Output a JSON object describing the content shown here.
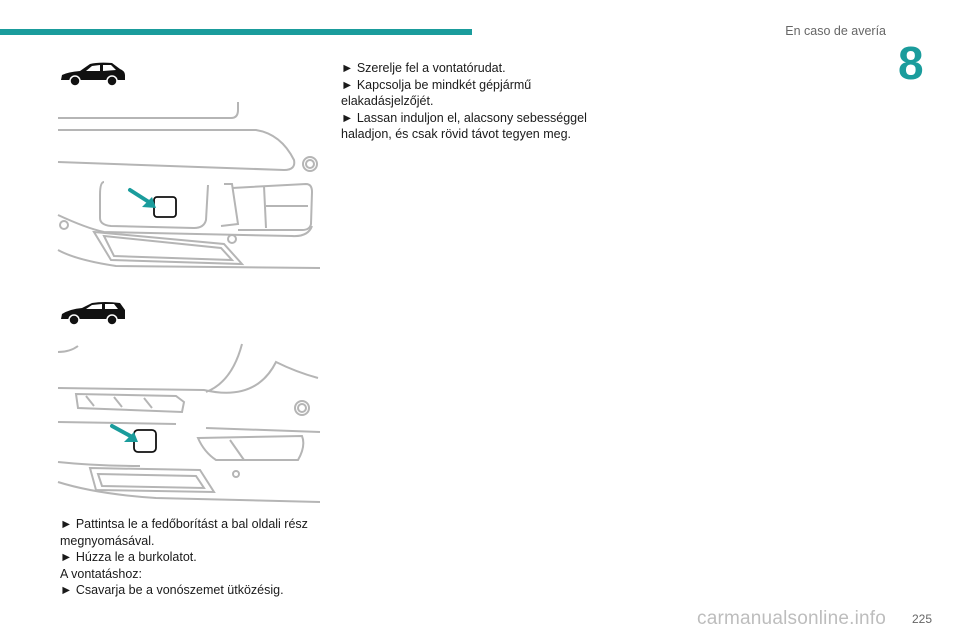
{
  "header": {
    "section_title": "En caso de avería",
    "chapter_number": "8"
  },
  "instructions_left": [
    "► Pattintsa le a fedőborítást a bal oldali rész megnyomásával.",
    "► Húzza le a burkolatot.",
    "A vontatáshoz:",
    "► Csavarja be a vonószemet ütközésig."
  ],
  "instructions_right": [
    "► Szerelje fel a vontatórudat.",
    "► Kapcsolja be mindkét gépjármű elakadásjelzőjét.",
    "► Lassan induljon el, alacsony sebességgel haladjon, és csak rövid távot tegyen meg."
  ],
  "footer": {
    "page_number": "225",
    "watermark": "carmanualsonline.info"
  },
  "colors": {
    "accent": "#1a9c9c",
    "line_art": "#b5b5b5",
    "text": "#1a1a1a"
  },
  "icons": [
    "suv-car-icon",
    "estate-car-icon",
    "arrow-icon",
    "tow-hook-cover"
  ]
}
